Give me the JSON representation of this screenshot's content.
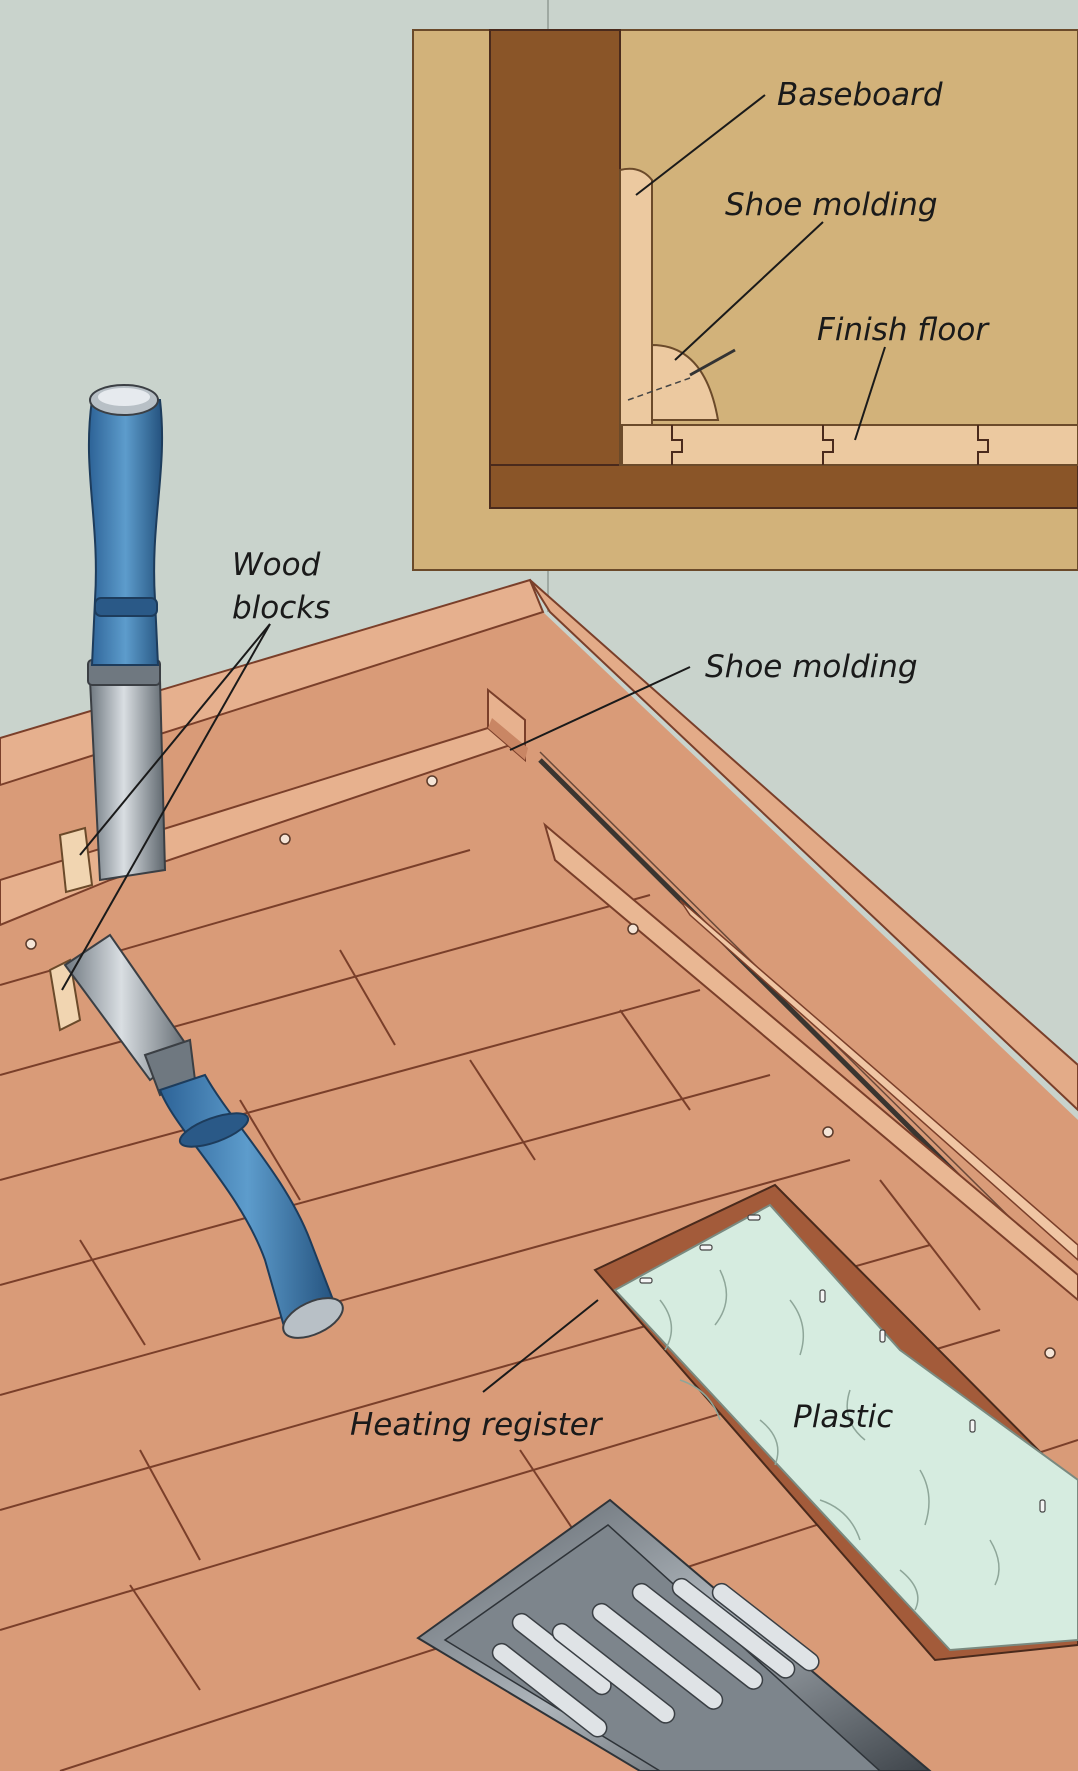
{
  "labels": {
    "baseboard": "Baseboard",
    "shoe_molding_inset": "Shoe molding",
    "finish_floor": "Finish floor",
    "wood_blocks_line1": "Wood",
    "wood_blocks_line2": "blocks",
    "shoe_molding": "Shoe molding",
    "heating_register": "Heating register",
    "plastic": "Plastic"
  },
  "colors": {
    "wall": "#c9d3cc",
    "floor": "#d99b78",
    "inset_bg": "#d2b27a",
    "dark_wood": "#8a5528",
    "light_wood": "#ecc9a0",
    "chisel_handle": "#3f7fb3",
    "chisel_steel": "#9ea6ad",
    "plastic": "#d6ece0"
  }
}
